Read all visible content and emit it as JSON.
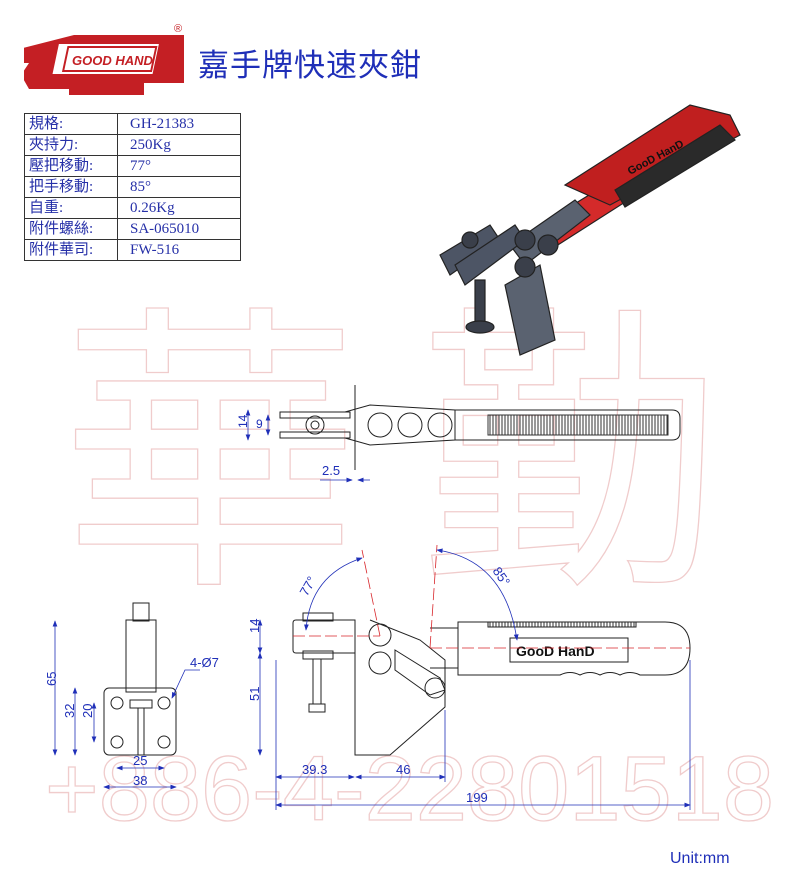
{
  "brand": {
    "logo_text": "GOOD HAND",
    "registered": "®"
  },
  "title": "嘉手牌快速夾鉗",
  "specs": [
    {
      "label": "規格:",
      "value": "GH-21383"
    },
    {
      "label": "夾持力:",
      "value": "250Kg"
    },
    {
      "label": "壓把移動:",
      "value": "77°"
    },
    {
      "label": "把手移動:",
      "value": "85°"
    },
    {
      "label": "自重:",
      "value": "0.26Kg"
    },
    {
      "label": "附件螺絲:",
      "value": "SA-065010"
    },
    {
      "label": "附件華司:",
      "value": "FW-516"
    }
  ],
  "handle_text": "GooD HanD",
  "watermark": {
    "chars": "華勤",
    "phone": "+886-4-22801518"
  },
  "dimensions": {
    "top_view": {
      "d14": "14",
      "d9": "9",
      "d2_5": "2.5"
    },
    "front_view": {
      "d65": "65",
      "d32": "32",
      "d20": "20",
      "d25": "25",
      "d38": "38",
      "holes": "4-Ø7"
    },
    "side_view": {
      "d14": "14",
      "d51": "51",
      "d39_3": "39.3",
      "d46": "46",
      "d199": "199",
      "angle_bar": "77°",
      "angle_handle": "85°"
    }
  },
  "unit": "Unit:mm",
  "colors": {
    "brand_red": "#d8262b",
    "dim_blue": "#1f2fb8",
    "line": "#222222",
    "handle_red": "#d42a2a"
  }
}
